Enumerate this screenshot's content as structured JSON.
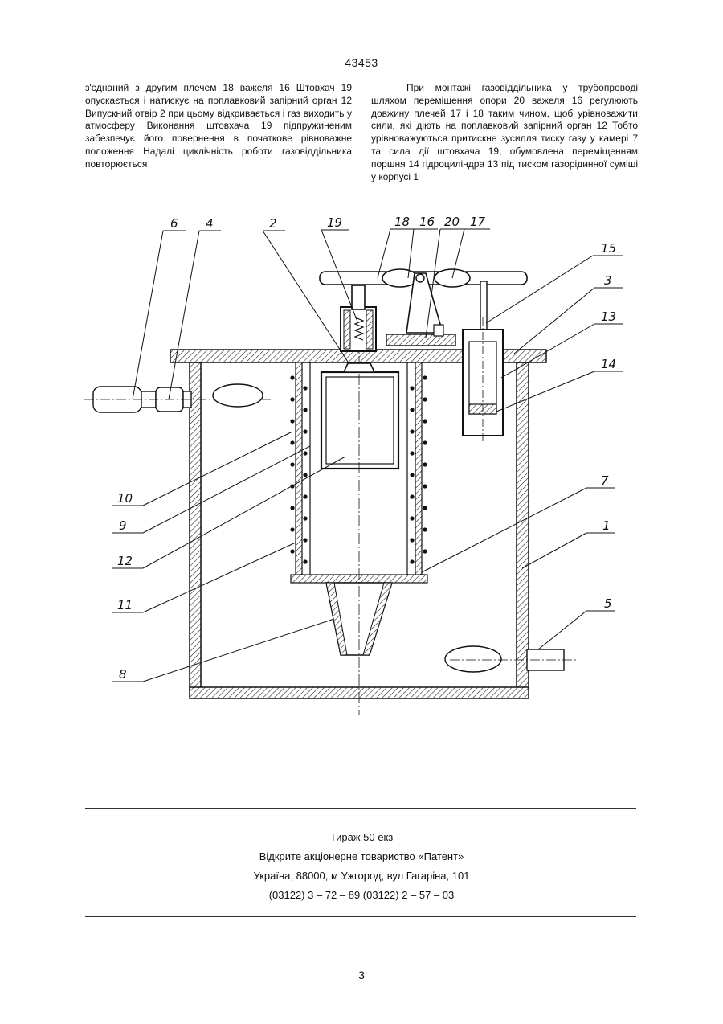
{
  "header": {
    "patent_number": "43453"
  },
  "body_text": {
    "left_column": "з'єднаний з другим плечем 18 важеля 16  Штовхач 19 опускається і натискує на поплавковий запірний орган 12  Випускний отвір 2 при цьому відкривається і газ виходить у атмосферу  Виконання штовхача 19 підпружиненим забезпечує його повернення в початкове рівноважне положення  Надалі циклічність роботи газовiддiльника повторюється",
    "right_column": "При монтажі газовiддiльника у трубопроводі шляхом переміщення опори 20 важеля 16 регулюють довжину плечей 17 і 18 таким чином, щоб урівноважити сили, які діють на поплавковий запірний орган 12  Тобто урівноважуються притискне зусилля тиску газу у камері 7 та сила дії штовхача 19, обумовлена переміщенням поршня 14 гідроциліндра 13 під тиском газорідинної суміші у корпусі 1"
  },
  "figure": {
    "labels": {
      "l6": "6",
      "l4": "4",
      "l2": "2",
      "l19": "19",
      "l18": "18",
      "l16": "16",
      "l20": "20",
      "l17": "17",
      "l15": "15",
      "l3": "3",
      "l13": "13",
      "l14": "14",
      "l10": "10",
      "l9": "9",
      "l12": "12",
      "l11": "11",
      "l8": "8",
      "l7": "7",
      "l1": "1",
      "l5": "5"
    }
  },
  "imprint": {
    "circulation": "Тираж 50 екз",
    "publisher": "Відкрите акціонерне товариство «Патент»",
    "address": "Україна, 88000, м  Ужгород, вул  Гагаріна, 101",
    "phones": "(03122) 3 – 72 – 89   (03122) 2 – 57 – 03"
  },
  "footer": {
    "page_number": "3"
  }
}
